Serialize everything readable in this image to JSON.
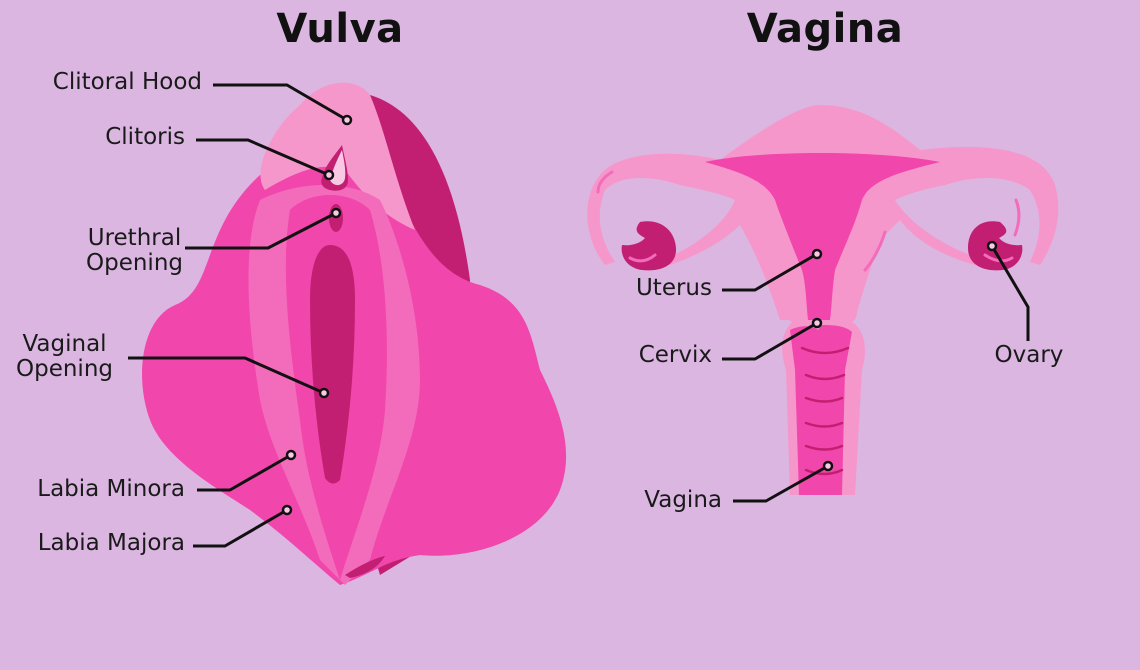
{
  "titles": {
    "left": "Vulva",
    "right": "Vagina"
  },
  "colors": {
    "background": "#dab6e1",
    "light_pink": "#f697cc",
    "mid_pink": "#f36bbb",
    "hot_pink": "#f146ab",
    "deep_magenta": "#c21f73",
    "line": "#111111"
  },
  "vulva_labels": [
    {
      "id": "clitoral-hood",
      "text": "Clitoral Hood"
    },
    {
      "id": "clitoris",
      "text": "Clitoris"
    },
    {
      "id": "urethral-opening",
      "line1": "Urethral",
      "line2": "Opening"
    },
    {
      "id": "vaginal-opening",
      "line1": "Vaginal",
      "line2": "Opening"
    },
    {
      "id": "labia-minora",
      "text": "Labia Minora"
    },
    {
      "id": "labia-majora",
      "text": "Labia Majora"
    }
  ],
  "vagina_labels": [
    {
      "id": "uterus",
      "text": "Uterus"
    },
    {
      "id": "cervix",
      "text": "Cervix"
    },
    {
      "id": "vagina",
      "text": "Vagina"
    },
    {
      "id": "ovary",
      "text": "Ovary"
    }
  ]
}
